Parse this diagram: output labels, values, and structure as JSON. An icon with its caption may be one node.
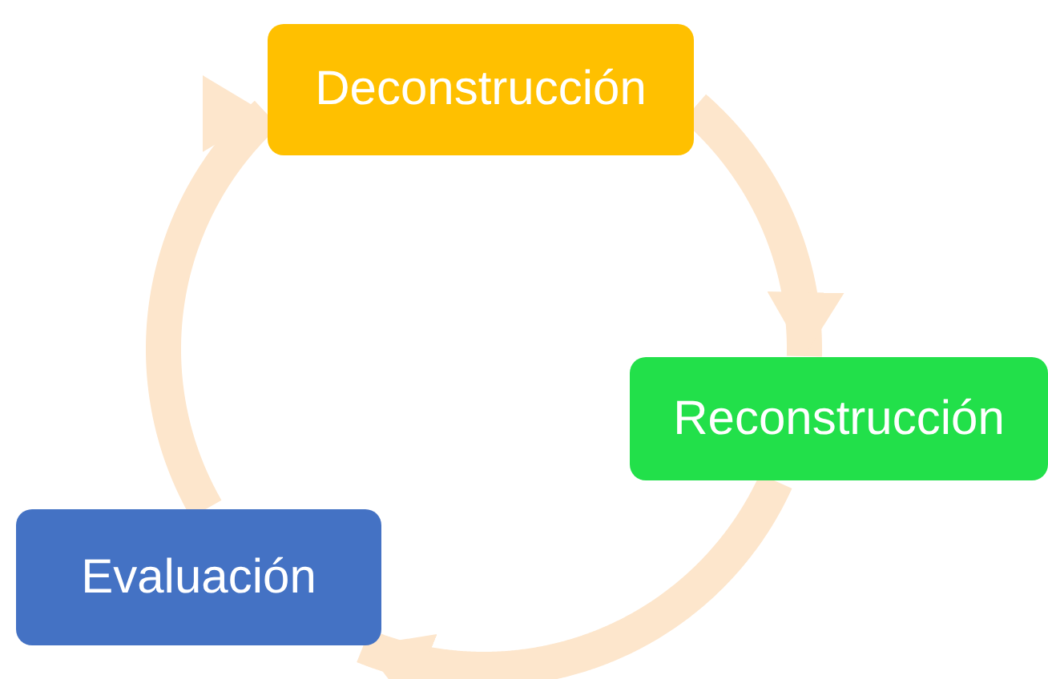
{
  "diagram": {
    "nodes": [
      {
        "text": [
          "Deconstrucción"
        ]
      },
      {
        "text": [
          "Reconstrucción"
        ]
      },
      {
        "text": [
          "Evaluación"
        ]
      }
    ],
    "edges": [
      {
        "from": 0,
        "to": 1,
        "arrow": "to"
      },
      {
        "from": 1,
        "to": 2,
        "arrow": "to"
      },
      {
        "from": 2,
        "to": 0,
        "arrow": "to"
      }
    ]
  }
}
